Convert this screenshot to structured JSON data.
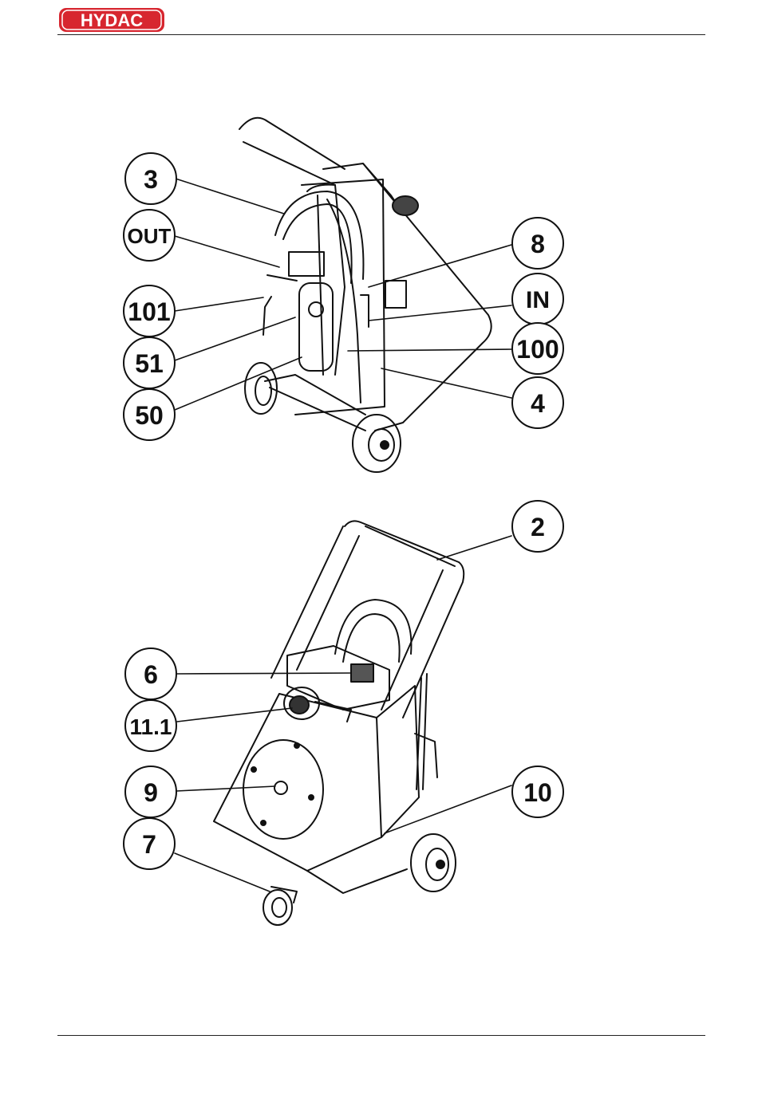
{
  "header": {
    "logo_text": "HYDAC",
    "brand_color": "#d7262f"
  },
  "figure_top": {
    "callouts": [
      {
        "id": "3",
        "label": "3"
      },
      {
        "id": "OUT",
        "label": "OUT"
      },
      {
        "id": "101",
        "label": "101"
      },
      {
        "id": "51",
        "label": "51"
      },
      {
        "id": "50",
        "label": "50"
      },
      {
        "id": "8",
        "label": "8"
      },
      {
        "id": "IN",
        "label": "IN"
      },
      {
        "id": "100",
        "label": "100"
      },
      {
        "id": "4",
        "label": "4"
      }
    ]
  },
  "figure_bottom": {
    "callouts": [
      {
        "id": "2",
        "label": "2"
      },
      {
        "id": "6",
        "label": "6"
      },
      {
        "id": "11.1",
        "label": "11.1"
      },
      {
        "id": "9",
        "label": "9"
      },
      {
        "id": "7",
        "label": "7"
      },
      {
        "id": "10",
        "label": "10"
      }
    ]
  }
}
